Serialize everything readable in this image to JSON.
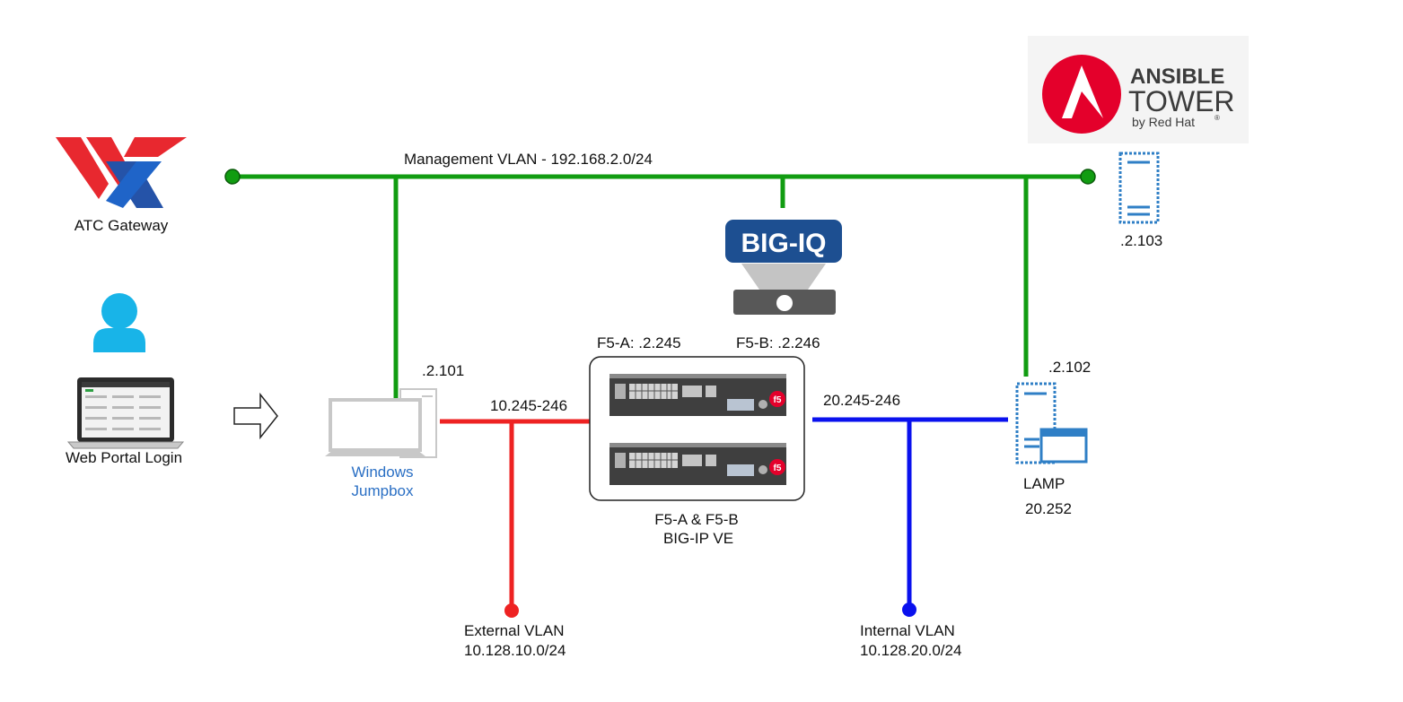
{
  "colors": {
    "management": "#119c11",
    "external": "#ee2222",
    "internal": "#0a11ee",
    "ansible_red": "#e4002b",
    "bigiq_blue": "#1d4f91",
    "server_blue": "#2f7fc6",
    "user_cyan": "#18b4e8"
  },
  "icons": {
    "atc_gateway": "atc-logo-icon",
    "user": "user-icon",
    "laptop": "laptop-icon",
    "arrow": "right-arrow-icon",
    "jumpbox": "desktop-computer-icon",
    "bigiq": "big-iq-appliance-icon",
    "bigip": "bigip-appliance-icon",
    "tower_server": "server-icon",
    "lamp_server": "server-window-icon",
    "ansible": "ansible-logo-icon"
  },
  "atc_gateway": {
    "label": "ATC Gateway"
  },
  "web_portal": {
    "label": "Web Portal Login"
  },
  "management_vlan": {
    "label": "Management VLAN - 192.168.2.0/24"
  },
  "bigiq": {
    "label": "BIG-IQ"
  },
  "ansible": {
    "brand": "ANSIBLE",
    "product": "TOWER",
    "vendor": "by Red Hat",
    "mark": "®"
  },
  "tower_host": {
    "ip": ".2.103"
  },
  "jumpbox": {
    "ip": ".2.101",
    "name_line1": "Windows",
    "name_line2": "Jumpbox"
  },
  "f5": {
    "a_ip": "F5-A: .2.245",
    "b_ip": "F5-B: .2.246",
    "caption_line1": "F5-A & F5-B",
    "caption_line2": "BIG-IP VE",
    "brand": "f5"
  },
  "external_link": {
    "label": "10.245-246"
  },
  "internal_link": {
    "label": "20.245-246"
  },
  "lamp": {
    "ip": ".2.102",
    "name": "LAMP",
    "addr": "20.252"
  },
  "external_vlan": {
    "name": "External VLAN",
    "subnet": "10.128.10.0/24"
  },
  "internal_vlan": {
    "name": "Internal VLAN",
    "subnet": "10.128.20.0/24"
  }
}
